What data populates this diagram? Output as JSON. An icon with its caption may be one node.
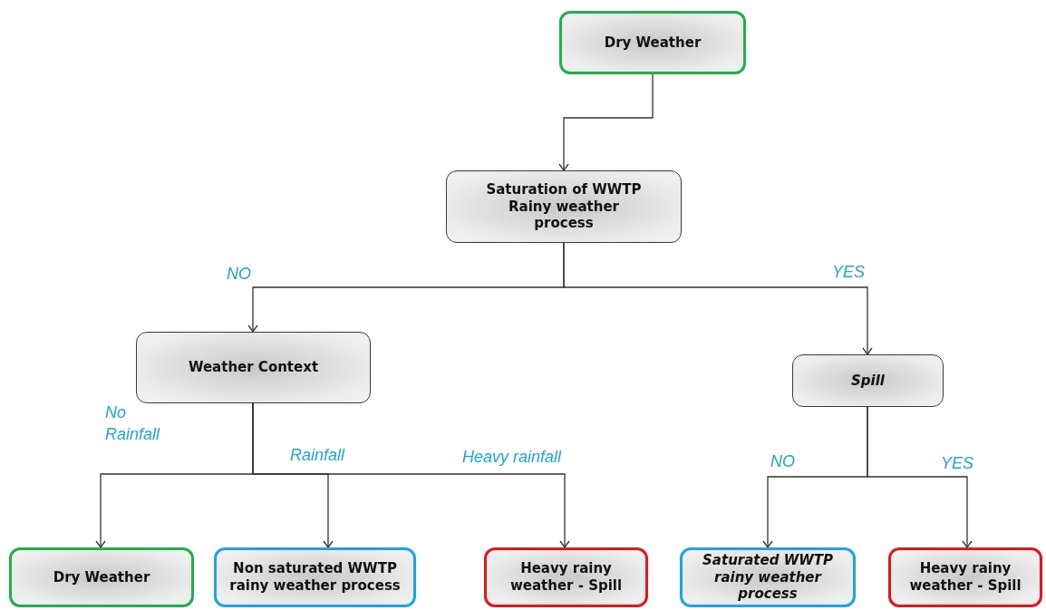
{
  "diagram": {
    "nodes": [
      {
        "text": [
          "Dry Weather"
        ]
      },
      {
        "text": [
          "Saturation of WWTP Rainy weather process"
        ]
      },
      {
        "text": [
          "Weather Context"
        ]
      },
      {
        "text": [
          "Spill"
        ]
      },
      {
        "text": [
          "Dry Weather"
        ]
      },
      {
        "text": [
          "Non saturated WWTP rainy weather process"
        ]
      },
      {
        "text": [
          "Heavy rainy weather - Spill"
        ]
      },
      {
        "text": [
          "Saturated WWTP rainy weather process"
        ]
      },
      {
        "text": [
          "Heavy rainy weather - Spill"
        ]
      }
    ],
    "edges": [
      {
        "from": 0,
        "to": 1,
        "arrow": "to"
      },
      {
        "from": 1,
        "to": 2,
        "arrow": "to",
        "label": "NO"
      },
      {
        "from": 1,
        "to": 3,
        "arrow": "to",
        "label": "YES"
      },
      {
        "from": 2,
        "to": 4,
        "arrow": "to",
        "label": "No Rainfall"
      },
      {
        "from": 2,
        "to": 5,
        "arrow": "to",
        "label": "Rainfall"
      },
      {
        "from": 2,
        "to": 6,
        "arrow": "to",
        "label": "Heavy rainfall"
      },
      {
        "from": 3,
        "to": 7,
        "arrow": "to",
        "label": "NO"
      },
      {
        "from": 3,
        "to": 8,
        "arrow": "to",
        "label": "YES"
      }
    ]
  }
}
